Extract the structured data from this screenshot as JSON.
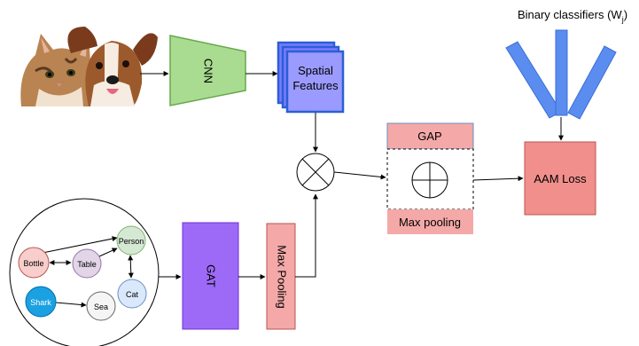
{
  "photo": {
    "subject_left": "cat",
    "subject_right": "dog"
  },
  "labels": {
    "cnn": "CNN",
    "spatial_line1": "Spatial",
    "spatial_line2": "Features",
    "gap": "GAP",
    "max_pooling": "Max pooling",
    "aam_loss": "AAM Loss",
    "classifiers_prefix": "Binary classifiers (W",
    "classifiers_sub": "j",
    "classifiers_suffix": ")",
    "gat": "GAT",
    "vertical_max_pooling": "Max Pooling"
  },
  "graph_nodes": [
    {
      "id": "bottle",
      "label": "Bottle",
      "fill": "#f8cecc",
      "stroke": "#b85450"
    },
    {
      "id": "table",
      "label": "Table",
      "fill": "#e1d5e7",
      "stroke": "#9673a6"
    },
    {
      "id": "person",
      "label": "Person",
      "fill": "#d5e8d4",
      "stroke": "#82b366"
    },
    {
      "id": "cat",
      "label": "Cat",
      "fill": "#dae8fc",
      "stroke": "#6c8ebf"
    },
    {
      "id": "shark",
      "label": "Shark",
      "fill": "#1ba1e2",
      "stroke": "#006eaf"
    },
    {
      "id": "sea",
      "label": "Sea",
      "fill": "#f5f5f5",
      "stroke": "#666666"
    }
  ],
  "colors": {
    "cnn_fill": "#a9dc90",
    "cnn_stroke": "#66a84c",
    "spatial_fill": "#7b7bff",
    "spatial_stroke": "#2a5fd6",
    "pink": "#f4a9a8",
    "pink_stroke": "#b85450",
    "gat_fill": "#9d6af7",
    "gat_stroke": "#7030d0",
    "aam_fill": "#f08f8c",
    "classifier_fill": "#5b8cf0"
  }
}
